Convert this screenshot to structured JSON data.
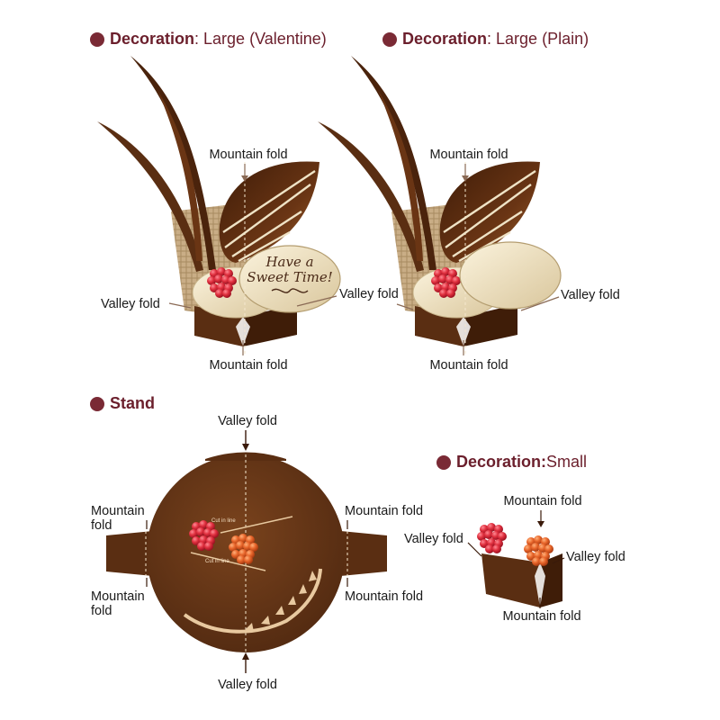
{
  "sections": {
    "valentine": {
      "keyword": "Decoration",
      "rest": ": Large (Valentine)"
    },
    "plain": {
      "keyword": "Decoration",
      "rest": ": Large (Plain)"
    },
    "stand": {
      "keyword": "Stand",
      "rest": ""
    },
    "small": {
      "keyword": "Decoration:",
      "rest": " Small"
    }
  },
  "plaque_text": {
    "line1": "Have a",
    "line2": "Sweet Time!"
  },
  "labels": {
    "mountain_fold": "Mountain fold",
    "valley_fold": "Valley fold",
    "mountain": "Mountain",
    "fold": "fold",
    "cut_in_line": "Cut in line"
  },
  "colors": {
    "chocolate": "#5a2e12",
    "chocolate_light": "#7b4520",
    "cream": "#efe3c6",
    "raspberry": "#d8283a",
    "orange_berry": "#e2632a",
    "title": "#6b1f2c"
  }
}
